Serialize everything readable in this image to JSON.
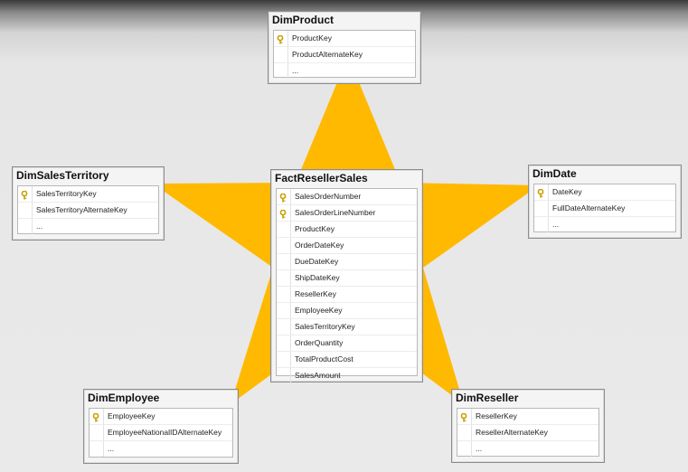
{
  "colors": {
    "star": "#ffb900",
    "key_icon": "#c8a000"
  },
  "icons": {
    "primary_key": "key-icon"
  },
  "tables": {
    "dim_product": {
      "name": "DimProduct",
      "columns": [
        {
          "name": "ProductKey",
          "is_key": true
        },
        {
          "name": "ProductAlternateKey",
          "is_key": false
        },
        {
          "name": "...",
          "is_key": false
        }
      ]
    },
    "dim_sales_territory": {
      "name": "DimSalesTerritory",
      "columns": [
        {
          "name": "SalesTerritoryKey",
          "is_key": true
        },
        {
          "name": "SalesTerritoryAlternateKey",
          "is_key": false
        },
        {
          "name": "...",
          "is_key": false
        }
      ]
    },
    "fact_reseller_sales": {
      "name": "FactResellerSales",
      "columns": [
        {
          "name": "SalesOrderNumber",
          "is_key": true
        },
        {
          "name": "SalesOrderLineNumber",
          "is_key": true
        },
        {
          "name": "ProductKey",
          "is_key": false
        },
        {
          "name": "OrderDateKey",
          "is_key": false
        },
        {
          "name": "DueDateKey",
          "is_key": false
        },
        {
          "name": "ShipDateKey",
          "is_key": false
        },
        {
          "name": "ResellerKey",
          "is_key": false
        },
        {
          "name": "EmployeeKey",
          "is_key": false
        },
        {
          "name": "SalesTerritoryKey",
          "is_key": false
        },
        {
          "name": "OrderQuantity",
          "is_key": false
        },
        {
          "name": "TotalProductCost",
          "is_key": false
        },
        {
          "name": "SalesAmount",
          "is_key": false
        }
      ]
    },
    "dim_date": {
      "name": "DimDate",
      "columns": [
        {
          "name": "DateKey",
          "is_key": true
        },
        {
          "name": "FullDateAlternateKey",
          "is_key": false
        },
        {
          "name": "...",
          "is_key": false
        }
      ]
    },
    "dim_employee": {
      "name": "DimEmployee",
      "columns": [
        {
          "name": "EmployeeKey",
          "is_key": true
        },
        {
          "name": "EmployeeNationalIDAlternateKey",
          "is_key": false
        },
        {
          "name": "...",
          "is_key": false
        }
      ]
    },
    "dim_reseller": {
      "name": "DimReseller",
      "columns": [
        {
          "name": "ResellerKey",
          "is_key": true
        },
        {
          "name": "ResellerAlternateKey",
          "is_key": false
        },
        {
          "name": "...",
          "is_key": false
        }
      ]
    }
  }
}
